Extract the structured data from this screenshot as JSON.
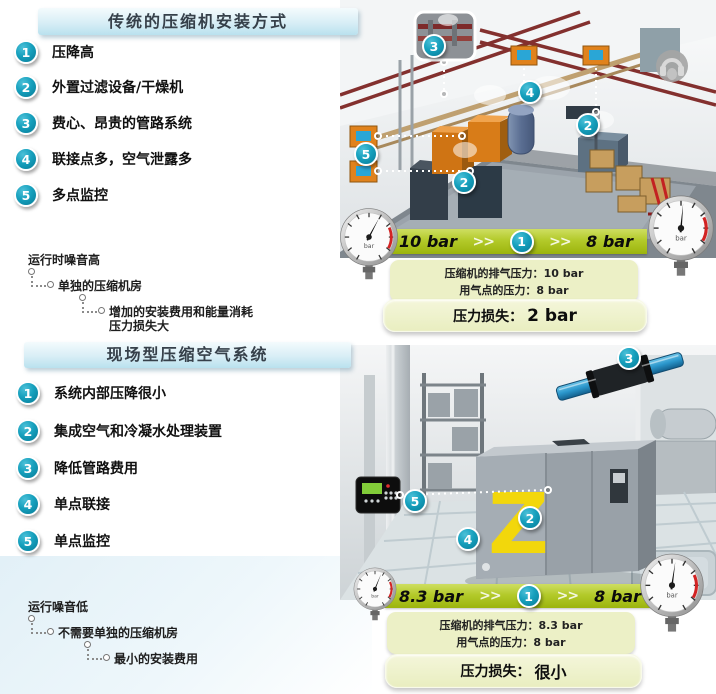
{
  "colors": {
    "accent_teal": "#0d87a1",
    "lime_bar": "#b3ca2a",
    "info_bg": "#ecf0c6",
    "header_bg": "#c9e7f2",
    "machine_orange": "#d9821d",
    "z_yellow": "#f2d70c",
    "pipe_red": "#8a2f2f"
  },
  "gauges": {
    "unit": "bar"
  },
  "sections": [
    {
      "title": "传统的压缩机安装方式",
      "points": [
        {
          "num": "1",
          "text": "压降高"
        },
        {
          "num": "2",
          "text": "外置过滤设备/干燥机"
        },
        {
          "num": "3",
          "text": "费心、昂贵的管路系统"
        },
        {
          "num": "4",
          "text": "联接点多，空气泄露多"
        },
        {
          "num": "5",
          "text": "多点监控"
        }
      ],
      "tree": {
        "root": "运行时噪音高",
        "child1": "单独的压缩机房",
        "child2_line1": "增加的安装费用和能量消耗",
        "child2_line2": "压力损失大"
      },
      "flow": {
        "from": "10 bar",
        "arrow1": ">>",
        "step": "1",
        "arrow2": ">>",
        "to": "8 bar"
      },
      "info": {
        "line1_label": "压缩机的排气压力：",
        "line1_value": "10 bar",
        "line2_label": "用气点的压力：",
        "line2_value": "8 bar",
        "loss_label": "压力损失：",
        "loss_value": "2 bar"
      },
      "callouts": {
        "inset": "3",
        "monitors": "5",
        "compressors": "2",
        "tank": "4",
        "filter": "2"
      }
    },
    {
      "title": "现场型压缩空气系统",
      "points": [
        {
          "num": "1",
          "text": "系统内部压降很小"
        },
        {
          "num": "2",
          "text": "集成空气和冷凝水处理装置"
        },
        {
          "num": "3",
          "text": "降低管路费用"
        },
        {
          "num": "4",
          "text": "单点联接"
        },
        {
          "num": "5",
          "text": "单点监控"
        }
      ],
      "tree": {
        "root": "运行噪音低",
        "child1": "不需要单独的压缩机房",
        "child2_line1": "最小的安装费用"
      },
      "flow": {
        "from": "8.3 bar",
        "arrow1": ">>",
        "step": "1",
        "arrow2": ">>",
        "to": "8 bar"
      },
      "info": {
        "line1_label": "压缩机的排气压力：",
        "line1_value": "8.3 bar",
        "line2_label": "用气点的压力：",
        "line2_value": "8 bar",
        "loss_label": "压力损失：",
        "loss_value": "很小"
      },
      "callouts": {
        "pipe": "3",
        "controller": "5",
        "compressor": "2",
        "treatment": "4"
      },
      "compressor_logo": "Z"
    }
  ]
}
